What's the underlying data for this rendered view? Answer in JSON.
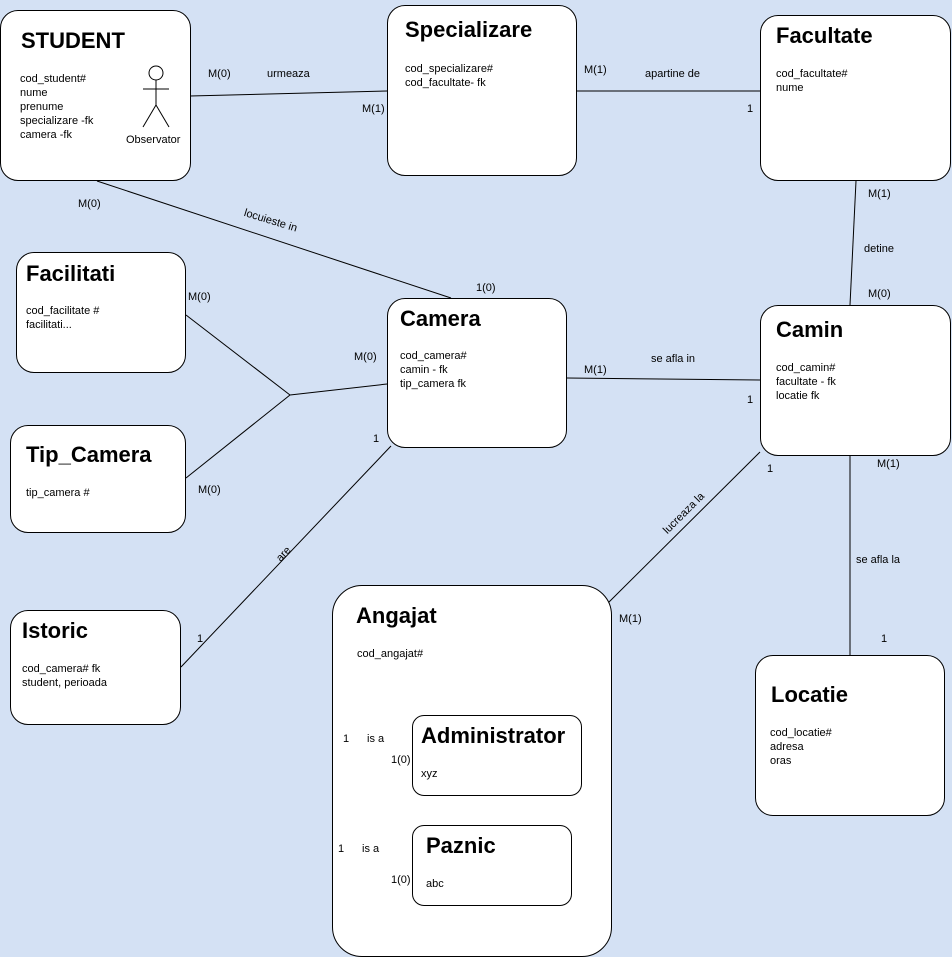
{
  "entities": {
    "student": {
      "title": "STUDENT",
      "attrs": [
        "cod_student#",
        "nume",
        "prenume",
        "specializare -fk",
        "camera -fk"
      ],
      "actor_label": "Observator"
    },
    "specializare": {
      "title": "Specializare",
      "attrs": [
        "cod_specializare#",
        "cod_facultate- fk"
      ]
    },
    "facultate": {
      "title": "Facultate",
      "attrs": [
        "cod_facultate#",
        "nume"
      ]
    },
    "facilitati": {
      "title": "Facilitati",
      "attrs": [
        "cod_facilitate #",
        "facilitati..."
      ]
    },
    "camera": {
      "title": "Camera",
      "attrs": [
        "cod_camera#",
        "camin - fk",
        "tip_camera fk"
      ]
    },
    "camin": {
      "title": "Camin",
      "attrs": [
        "cod_camin#",
        "facultate - fk",
        "locatie fk"
      ]
    },
    "tip_camera": {
      "title": "Tip_Camera",
      "attrs": [
        "tip_camera #"
      ]
    },
    "istoric": {
      "title": "Istoric",
      "attrs": [
        "cod_camera# fk",
        "student, perioada"
      ]
    },
    "angajat": {
      "title": "Angajat",
      "attrs": [
        "cod_angajat#"
      ]
    },
    "administrator": {
      "title": "Administrator",
      "attrs": [
        "xyz"
      ]
    },
    "paznic": {
      "title": "Paznic",
      "attrs": [
        "abc"
      ]
    },
    "locatie": {
      "title": "Locatie",
      "attrs": [
        "cod_locatie#",
        "adresa",
        "oras"
      ]
    }
  },
  "relations": {
    "urmeaza": {
      "name": "urmeaza",
      "card_a": "M(0)",
      "card_b": "M(1)"
    },
    "apartine_de": {
      "name": "apartine de",
      "card_a": "M(1)",
      "card_b": "1"
    },
    "locuieste_in": {
      "name": "locuieste in",
      "card_a": "M(0)",
      "card_b": "1(0)"
    },
    "detine": {
      "name": "detine",
      "card_a": "M(1)",
      "card_b": "M(0)"
    },
    "facilitati_camera": {
      "card_a": "M(0)",
      "card_b": "M(0)"
    },
    "tip_camera_camera": {
      "card_a": "M(0)"
    },
    "se_afla_in": {
      "name": "se afla in",
      "card_a": "M(1)",
      "card_b": "1"
    },
    "are": {
      "name": "are",
      "card_a": "1",
      "card_b": "1"
    },
    "lucreaza_la": {
      "name": "lucreaza la",
      "card_a": "1",
      "card_b": "M(1)"
    },
    "se_afla_la": {
      "name": "se afla la",
      "card_a": "M(1)",
      "card_b": "1"
    },
    "is_a_admin": {
      "name": "is a",
      "card_a": "1",
      "card_b": "1(0)"
    },
    "is_a_paznic": {
      "name": "is a",
      "card_a": "1",
      "card_b": "1(0)"
    }
  }
}
